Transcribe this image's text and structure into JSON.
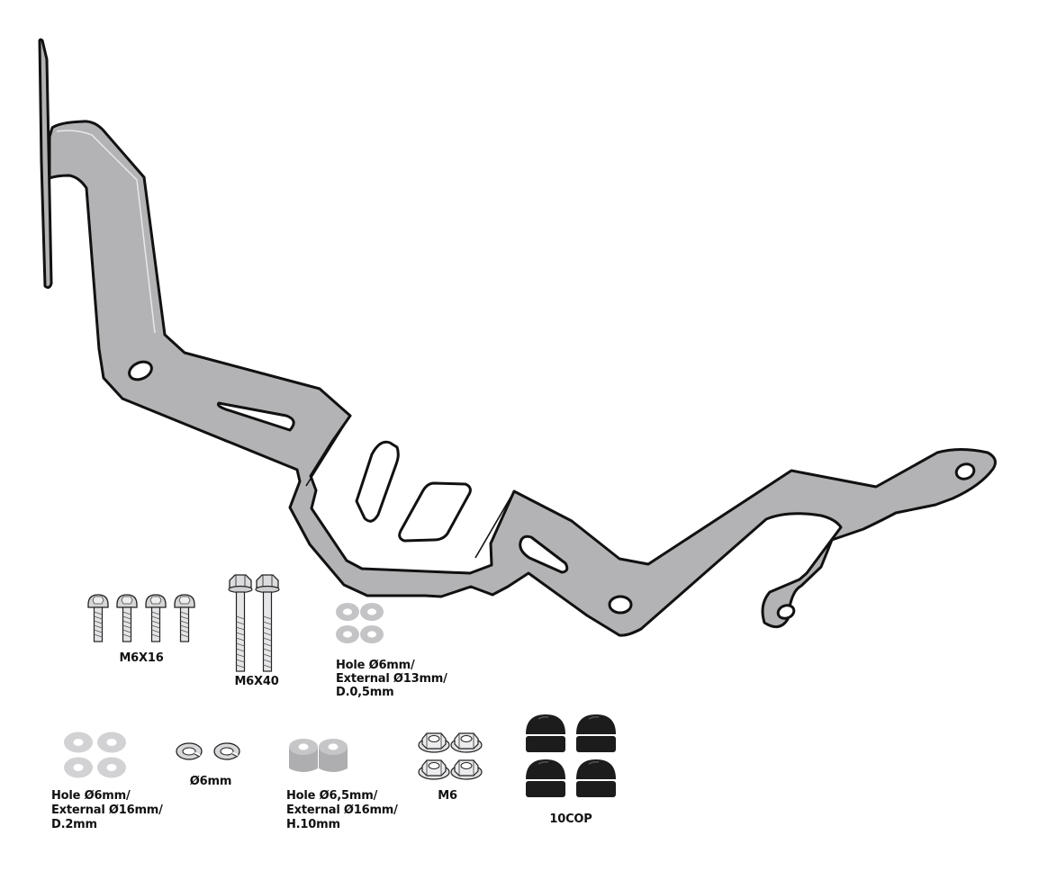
{
  "colors": {
    "bracket_fill": "#b3b3b5",
    "bracket_stroke": "#111111",
    "hardware_fill": "#d4d4d6",
    "spacer_fill": "#b8b8ba",
    "cap_fill": "#1c1c1c"
  },
  "parts": {
    "m6x16": {
      "label": "M6X16"
    },
    "m6x40": {
      "label": "M6X40"
    },
    "washer_13": {
      "line1": "Hole Ø6mm/",
      "line2": "External Ø13mm/",
      "line3": "D.0,5mm"
    },
    "washer_16": {
      "line1": "Hole Ø6mm/",
      "line2": "External Ø16mm/",
      "line3": "D.2mm"
    },
    "split_washer": {
      "label": "Ø6mm"
    },
    "spacer": {
      "line1": "Hole Ø6,5mm/",
      "line2": "External Ø16mm/",
      "line3": "H.10mm"
    },
    "nut": {
      "label": "M6"
    },
    "cap": {
      "label": "10COP"
    }
  }
}
